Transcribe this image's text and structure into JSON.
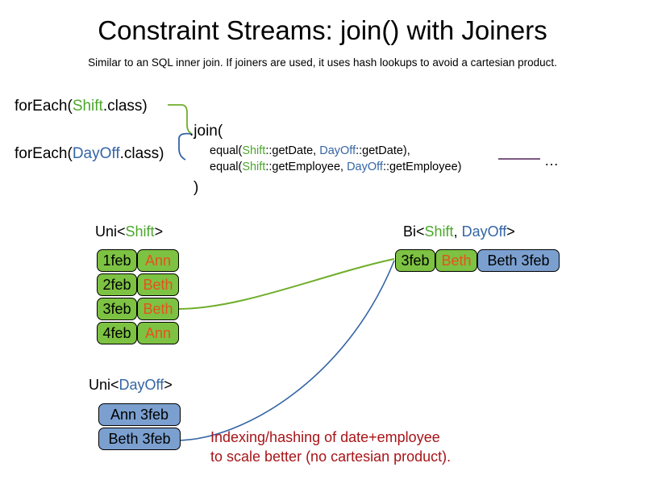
{
  "header": {
    "title": "Constraint Streams: join() with Joiners",
    "subtitle": "Similar to an SQL inner join. If joiners are used, it uses hash lookups to avoid a cartesian product."
  },
  "code": {
    "foreach_shift": {
      "prefix": "forEach(",
      "type": "Shift",
      "suffix": ".class)"
    },
    "foreach_dayoff": {
      "prefix": "forEach(",
      "type": "DayOff",
      "suffix": ".class)"
    },
    "join_open": ".join(",
    "join_close": ")",
    "joiners": [
      {
        "fn": "equal(",
        "left_type": "Shift",
        "left_sep": "::getDate, ",
        "right_type": "DayOff",
        "right_ref": "::getDate),",
        "tail": ""
      },
      {
        "fn": "equal(",
        "left_type": "Shift",
        "left_sep": "::getEmployee, ",
        "right_type": "DayOff",
        "right_ref": "::getEmployee)",
        "tail": ""
      }
    ],
    "ellipsis": "…"
  },
  "streams": {
    "uni_shift": {
      "caption": {
        "prefix": "Uni<",
        "type": "Shift",
        "suffix": ">"
      },
      "rows": [
        {
          "date": "1feb",
          "name": "Ann"
        },
        {
          "date": "2feb",
          "name": "Beth"
        },
        {
          "date": "3feb",
          "name": "Beth"
        },
        {
          "date": "4feb",
          "name": "Ann"
        }
      ]
    },
    "uni_dayoff": {
      "caption": {
        "prefix": "Uni<",
        "type": "DayOff",
        "suffix": ">"
      },
      "rows": [
        {
          "label": "Ann 3feb"
        },
        {
          "label": "Beth 3feb"
        }
      ]
    },
    "bi": {
      "caption": {
        "prefix": "Bi<",
        "type_a": "Shift",
        "sep": ", ",
        "type_b": "DayOff",
        "suffix": ">"
      },
      "row": {
        "date": "3feb",
        "name": "Beth",
        "dayoff": "Beth 3feb"
      }
    }
  },
  "annotation": {
    "line1": "Indexing/hashing of date+employee",
    "line2": "to scale better (no cartesian product)."
  },
  "colors": {
    "shift_green": "#4CA72C",
    "dayoff_blue": "#3465A4",
    "box_green": "#7DC242",
    "box_blue": "#7BA0D0",
    "name_orange": "#E8501E",
    "annotation_red": "#A81418",
    "rule_purple": "#7B5882"
  }
}
